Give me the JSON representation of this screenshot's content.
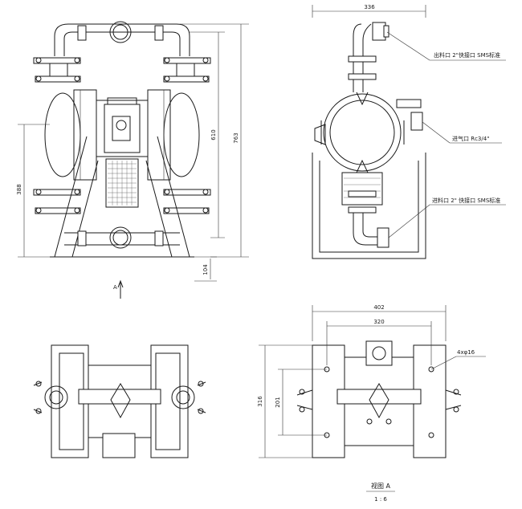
{
  "front_view": {
    "dims": {
      "overall_height": "763",
      "mid_height": "610",
      "inlet_height": "388",
      "bottom_offset": "104"
    },
    "view_arrow_label": "A"
  },
  "side_view": {
    "dims": {
      "width": "336"
    },
    "callouts": {
      "outlet": "出料口 2\"快接口 SMS标准",
      "air_inlet": "进气口 Rc3/4\"",
      "inlet": "进料口 2\" 快接口 SMS标准"
    }
  },
  "top_view": {
    "dims": {
      "overall_width": "402",
      "bolt_width": "320",
      "overall_depth": "316",
      "bolt_depth": "201"
    },
    "holes": "4xφ16",
    "view_title": "视图 A",
    "scale": "1 : 6"
  }
}
